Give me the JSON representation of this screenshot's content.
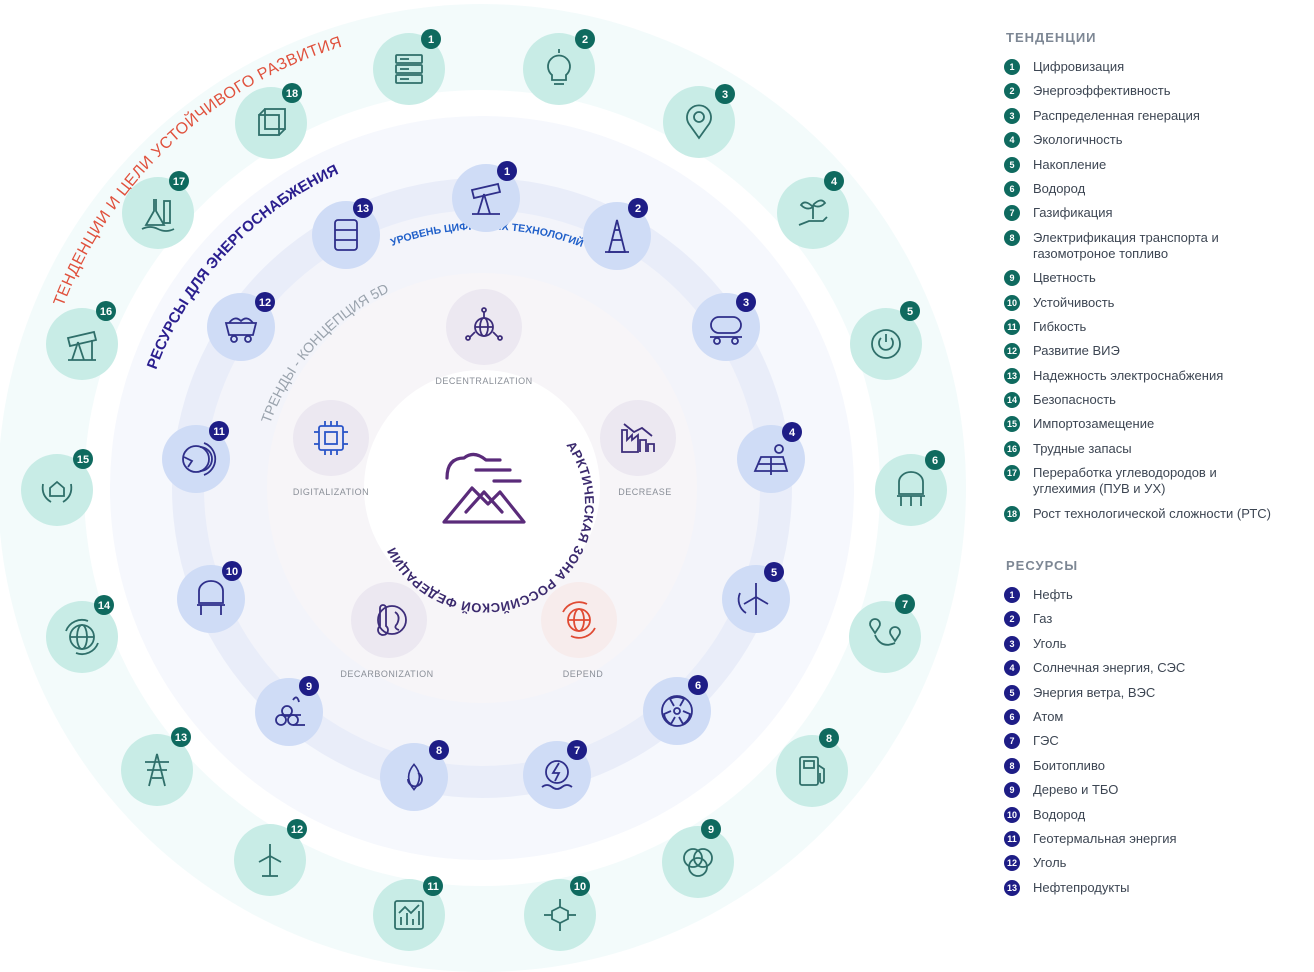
{
  "ring_labels": {
    "outer": "ТЕНДЕНЦИИ И ЦЕЛИ УСТОЙЧИВОГО РАЗВИТИЯ",
    "resources": "РЕСУРСЫ ДЛЯ ЭНЕРГОСНАБЖЕНИЯ",
    "digital": "УРОВЕНЬ ЦИФРОВЫХ ТЕХНОЛОГИЙ",
    "trends": "ТРЕНДЫ - КОНЦЕПЦИЯ 5D"
  },
  "center_label": "АРКТИЧЕСКАЯ ЗОНА РОССИЙСКОЙ ФЕДЕРАЦИИ",
  "five_d": [
    {
      "label": "DECENTRALIZATION",
      "icon": "globe-network-icon"
    },
    {
      "label": "DECREASE",
      "icon": "factory-decline-icon"
    },
    {
      "label": "DEPEND",
      "icon": "globe-arrows-icon"
    },
    {
      "label": "DECARBONIZATION",
      "icon": "thermometer-earth-icon"
    },
    {
      "label": "DIGITALIZATION",
      "icon": "chip-icon"
    }
  ],
  "outer_items": [
    {
      "num": "1",
      "icon": "server-icon"
    },
    {
      "num": "2",
      "icon": "lightbulb-icon"
    },
    {
      "num": "3",
      "icon": "location-pin-icon"
    },
    {
      "num": "4",
      "icon": "hand-plant-icon"
    },
    {
      "num": "5",
      "icon": "power-button-icon"
    },
    {
      "num": "6",
      "icon": "hydrogen-tank-icon"
    },
    {
      "num": "7",
      "icon": "route-icon"
    },
    {
      "num": "8",
      "icon": "gas-pump-icon"
    },
    {
      "num": "9",
      "icon": "venn-circles-icon"
    },
    {
      "num": "10",
      "icon": "cube-network-icon"
    },
    {
      "num": "11",
      "icon": "bar-chart-icon"
    },
    {
      "num": "12",
      "icon": "wind-turbine-icon"
    },
    {
      "num": "13",
      "icon": "power-tower-icon"
    },
    {
      "num": "14",
      "icon": "globe-shield-icon"
    },
    {
      "num": "15",
      "icon": "house-laurel-icon"
    },
    {
      "num": "16",
      "icon": "oil-pump-icon"
    },
    {
      "num": "17",
      "icon": "flask-icon"
    },
    {
      "num": "18",
      "icon": "cube-nodes-icon"
    }
  ],
  "resource_items": [
    {
      "num": "1",
      "icon": "oil-pumpjack-icon"
    },
    {
      "num": "2",
      "icon": "gas-rig-icon"
    },
    {
      "num": "3",
      "icon": "coal-wagon-icon"
    },
    {
      "num": "4",
      "icon": "solar-panel-icon"
    },
    {
      "num": "5",
      "icon": "wind-turbine-icon"
    },
    {
      "num": "6",
      "icon": "radiation-icon"
    },
    {
      "num": "7",
      "icon": "water-power-icon"
    },
    {
      "num": "8",
      "icon": "biofuel-icon"
    },
    {
      "num": "9",
      "icon": "wood-logs-icon"
    },
    {
      "num": "10",
      "icon": "hydrogen-tank-icon"
    },
    {
      "num": "11",
      "icon": "geothermal-icon"
    },
    {
      "num": "12",
      "icon": "coal-cart-icon"
    },
    {
      "num": "13",
      "icon": "oil-barrel-icon"
    }
  ],
  "legend_trends": {
    "title": "ТЕНДЕНЦИИ",
    "items": [
      {
        "num": "1",
        "text": "Цифровизация"
      },
      {
        "num": "2",
        "text": "Энергоэффективность"
      },
      {
        "num": "3",
        "text": "Распределенная генерация"
      },
      {
        "num": "4",
        "text": "Экологичность"
      },
      {
        "num": "5",
        "text": "Накопление"
      },
      {
        "num": "6",
        "text": "Водород"
      },
      {
        "num": "7",
        "text": "Газификация"
      },
      {
        "num": "8",
        "text": "Электрификация транспорта и газомотроное топливо"
      },
      {
        "num": "9",
        "text": "Цветность"
      },
      {
        "num": "10",
        "text": "Устойчивость"
      },
      {
        "num": "11",
        "text": "Гибкость"
      },
      {
        "num": "12",
        "text": "Развитие ВИЭ"
      },
      {
        "num": "13",
        "text": "Надежность электроснабжения"
      },
      {
        "num": "14",
        "text": "Безопасность"
      },
      {
        "num": "15",
        "text": "Импортозамещение"
      },
      {
        "num": "16",
        "text": "Трудные запасы"
      },
      {
        "num": "17",
        "text": "Переработка углеводородов и углехимия (ПУВ и УХ)"
      },
      {
        "num": "18",
        "text": "Рост технологической сложности (РТС)"
      }
    ]
  },
  "legend_resources": {
    "title": "РЕСУРСЫ",
    "items": [
      {
        "num": "1",
        "text": "Нефть"
      },
      {
        "num": "2",
        "text": "Газ"
      },
      {
        "num": "3",
        "text": "Уголь"
      },
      {
        "num": "4",
        "text": "Солнечная энергия, СЭС"
      },
      {
        "num": "5",
        "text": "Энергия ветра, ВЭС"
      },
      {
        "num": "6",
        "text": "Атом"
      },
      {
        "num": "7",
        "text": "ГЭС"
      },
      {
        "num": "8",
        "text": "Боитопливо"
      },
      {
        "num": "9",
        "text": "Дерево и ТБО"
      },
      {
        "num": "10",
        "text": "Водород"
      },
      {
        "num": "11",
        "text": "Геотермальная энергия"
      },
      {
        "num": "12",
        "text": "Уголь"
      },
      {
        "num": "13",
        "text": "Нефтепродукты"
      }
    ]
  },
  "colors": {
    "trend_badge": "#0f6a5f",
    "resource_badge": "#1e1d86",
    "outer_label": "#e0513d",
    "resources_label": "#2b1f8f",
    "digital_label": "#1f5fc9",
    "trends_label": "#9aa3ad",
    "center_icon": "#5a2b7a",
    "icon_teal": "#2f6f6a",
    "icon_blue": "#2f2f8a"
  }
}
